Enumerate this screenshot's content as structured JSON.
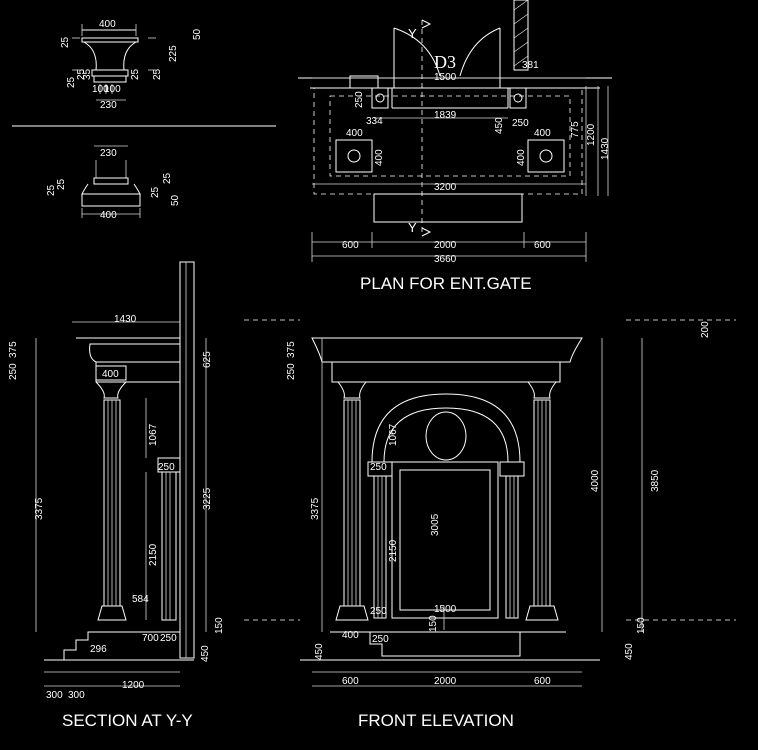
{
  "titles": {
    "plan": "PLAN FOR ENT.GATE",
    "section": "SECTION AT Y-Y",
    "elevation": "FRONT ELEVATION"
  },
  "marks": {
    "door": "D3",
    "section_cut": "Y"
  },
  "capital_detail": {
    "dims": [
      "400",
      "25",
      "225",
      "50",
      "25",
      "25",
      "35",
      "25",
      "25",
      "100",
      "100",
      "230"
    ]
  },
  "base_detail": {
    "dims": [
      "230",
      "25",
      "25",
      "25",
      "25",
      "50",
      "400"
    ]
  },
  "plan": {
    "dims": [
      "1500",
      "381",
      "250",
      "1839",
      "334",
      "450",
      "250",
      "400",
      "400",
      "775",
      "1200",
      "1430",
      "400",
      "400",
      "3200",
      "600",
      "2000",
      "600",
      "3660"
    ]
  },
  "section": {
    "dims": [
      "1430",
      "250",
      "375",
      "400",
      "625",
      "1067",
      "250",
      "3375",
      "3225",
      "2150",
      "584",
      "150",
      "700",
      "250",
      "296",
      "450",
      "300",
      "300",
      "1200"
    ]
  },
  "elevation": {
    "dims": [
      "250",
      "375",
      "200",
      "1067",
      "250",
      "3375",
      "3005",
      "2150",
      "4000",
      "3850",
      "1500",
      "250",
      "150",
      "400",
      "250",
      "150",
      "450",
      "450",
      "600",
      "2000",
      "600"
    ]
  }
}
